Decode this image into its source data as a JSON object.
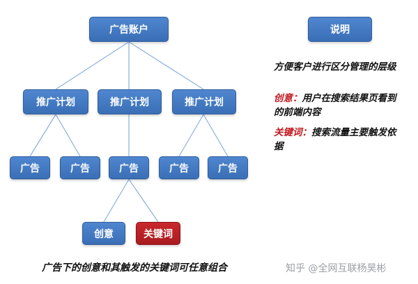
{
  "colors": {
    "node_blue": "#3f78c2",
    "node_red": "#b0201f",
    "edge": "#8ab0de",
    "text_red": "#c0181d"
  },
  "diagram": {
    "root": {
      "label": "广告账户"
    },
    "plans": [
      {
        "label": "推广计划"
      },
      {
        "label": "推广计划"
      },
      {
        "label": "推广计划"
      }
    ],
    "ads": [
      {
        "label": "广告"
      },
      {
        "label": "广告"
      },
      {
        "label": "广告"
      },
      {
        "label": "广告"
      },
      {
        "label": "广告"
      }
    ],
    "leaves": [
      {
        "label": "创意"
      },
      {
        "label": "关键词"
      }
    ]
  },
  "legend": {
    "title": "说明",
    "line1": "方便客户进行区分管理的层级",
    "creative_term": "创意：",
    "creative_desc_1": "用户在搜索结果页看到",
    "creative_desc_2": "的前端内容",
    "keyword_term": "关键词：",
    "keyword_desc_1": "搜索流量主要触发依",
    "keyword_desc_2": "据"
  },
  "caption": "广告下的创意和其触发的关键词可任意组合",
  "watermark": "知乎 @全网互联杨昊彬"
}
